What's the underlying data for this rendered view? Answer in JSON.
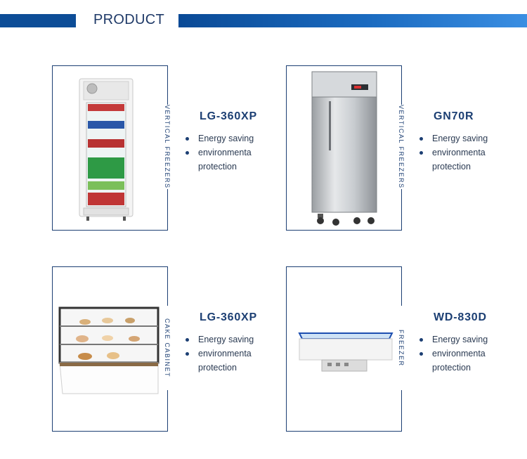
{
  "header": {
    "title": "PRODUCT"
  },
  "products": [
    {
      "model": "LG-360XP",
      "category": "Vertical freezers",
      "image": "upright-display-fridge",
      "features": [
        "Energy saving",
        "environmenta",
        "protection"
      ]
    },
    {
      "model": "GN70R",
      "category": "Vertical freezers",
      "image": "stainless-steel-upright-freezer",
      "features": [
        "Energy saving",
        "environmenta",
        "protection"
      ]
    },
    {
      "model": "LG-360XP",
      "category": "Cake cabinet",
      "image": "cake-display-cabinet",
      "features": [
        "Energy saving",
        "environmenta",
        "protection"
      ]
    },
    {
      "model": "WD-830D",
      "category": "Freezer",
      "image": "chest-island-freezer",
      "features": [
        "Energy saving",
        "environmenta",
        "protection"
      ]
    }
  ]
}
